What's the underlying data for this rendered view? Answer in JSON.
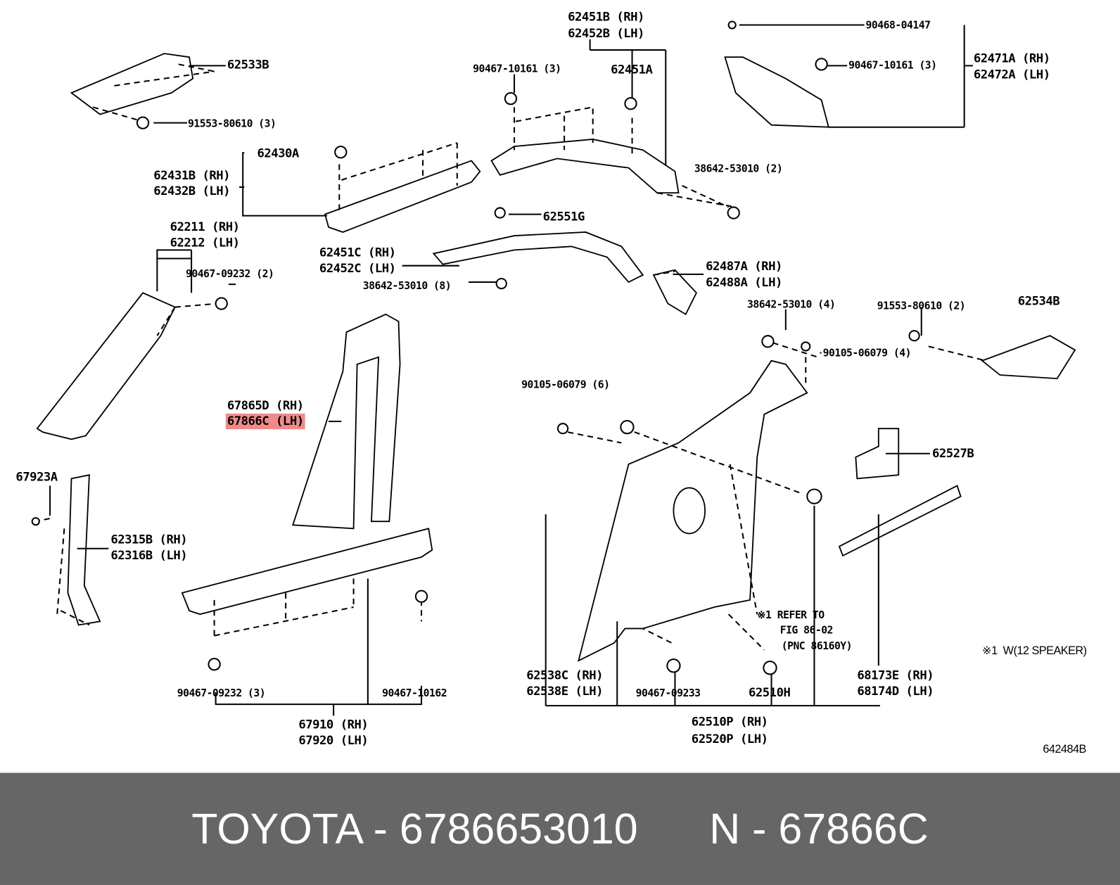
{
  "labels": {
    "p62533B": "62533B",
    "p91553_3": "91553-80610 (3)",
    "p62430A": "62430A",
    "p62431B": "62431B (RH)",
    "p62432B": "62432B (LH)",
    "p62211": "62211 (RH)",
    "p62212": "62212 (LH)",
    "p90467_09232_2": "90467-09232 (2)",
    "p67865D": "67865D (RH)",
    "p67866C": "67866C (LH)",
    "p67923A": "67923A",
    "p62315B": "62315B (RH)",
    "p62316B": "62316B (LH)",
    "p90467_09232_3": "90467-09232 (3)",
    "p90467_10162": "90467-10162",
    "p67910": "67910 (RH)",
    "p67920": "67920 (LH)",
    "p62451B": "62451B (RH)",
    "p62452B": "62452B (LH)",
    "p90467_10161_a": "90467-10161 (3)",
    "p62451A": "62451A",
    "p38642_2": "38642-53010 (2)",
    "p62551G": "62551G",
    "p62451C": "62451C (RH)",
    "p62452C": "62452C (LH)",
    "p38642_8": "38642-53010 (8)",
    "p90468": "90468-04147",
    "p90467_10161_b": "90467-10161 (3)",
    "p62471A": "62471A (RH)",
    "p62472A": "62472A (LH)",
    "p62487A": "62487A (RH)",
    "p62488A": "62488A (LH)",
    "p38642_4": "38642-53010 (4)",
    "p91553_2": "91553-80610 (2)",
    "p62534B": "62534B",
    "p90105_4": "90105-06079 (4)",
    "p90105_6": "90105-06079 (6)",
    "p62527B": "62527B",
    "refer1": "※1 REFER TO",
    "refer2": "FIG 86-02",
    "refer3": "(PNC 86160Y)",
    "note": "※1  W(12 SPEAKER)",
    "p62538C": "62538C (RH)",
    "p62538E": "62538E (LH)",
    "p90467_09233": "90467-09233",
    "p62510H": "62510H",
    "p68173E": "68173E (RH)",
    "p68174D": "68174D (LH)",
    "p62510P": "62510P (RH)",
    "p62520P": "62520P (LH)",
    "fig": "642484B"
  },
  "highlight_color": "#f08a8a",
  "footer": {
    "text": "TOYOTA - 6786653010      N - 67866C"
  }
}
